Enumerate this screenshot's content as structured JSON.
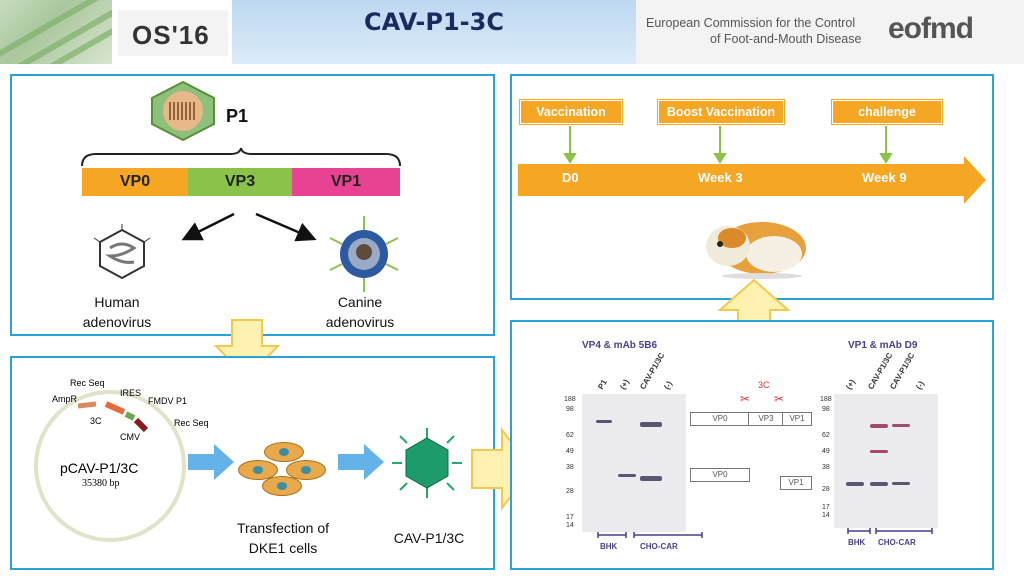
{
  "header": {
    "conference": "OS'16",
    "title": "CAV-P1-3C",
    "org_line1": "European Commission for the Control",
    "org_line2": "of Foot-and-Mouth Disease",
    "org_logo": "eofmd"
  },
  "p1_panel": {
    "p1_label": "P1",
    "segments": [
      "VP0",
      "VP3",
      "VP1"
    ],
    "left_virus": "Human adenovirus",
    "right_virus": "Canine adenovirus"
  },
  "construct_panel": {
    "plasmid_name": "pCAV-P1/3C",
    "plasmid_size": "35380 bp",
    "elements": [
      "Rec Seq",
      "IRES",
      "AmpR",
      "FMDV P1",
      "3C",
      "CMV",
      "Rec Seq"
    ],
    "step_transfection": "Transfection of DKE1 cells",
    "step_product": "CAV-P1/3C"
  },
  "timeline_panel": {
    "events": [
      "Vaccination",
      "Boost Vaccination",
      "challenge"
    ],
    "days": [
      "D0",
      "Week 3",
      "Week 9"
    ]
  },
  "blot_panel": {
    "left_title": "VP4 & mAb 5B6",
    "right_title": "VP1 & mAb D9",
    "left_lanes": [
      "P1",
      "(+)",
      "CAV-P1/3C",
      "(-)"
    ],
    "right_lanes": [
      "(+)",
      "CAV-P1/3C",
      "CAV-P1/3C",
      "(-)"
    ],
    "mw_markers": [
      "188",
      "98",
      "62",
      "49",
      "38",
      "28",
      "17",
      "14"
    ],
    "cleavage_label": "3C",
    "precursor_boxes": [
      "VP0",
      "VP3",
      "VP1"
    ],
    "product_boxes": [
      "VP0",
      "VP1"
    ],
    "left_groups": [
      "BHK",
      "CHO-CAR"
    ],
    "right_groups": [
      "BHK",
      "CHO-CAR"
    ]
  },
  "colors": {
    "panel_border": "#29a3d6",
    "vp0": "#f5a623",
    "vp3": "#8bc34a",
    "vp1": "#e84393",
    "timeline": "#f5a623"
  }
}
